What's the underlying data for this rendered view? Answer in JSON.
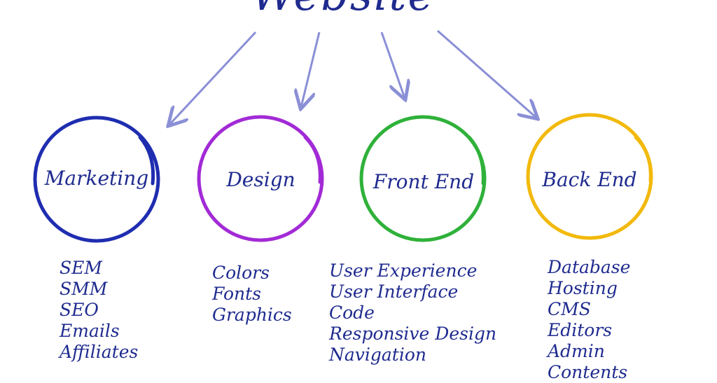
{
  "title": "Website",
  "colors": {
    "text": "#1f2b8f",
    "arrow": "#8a8fd6",
    "marketing": "#1f2db0",
    "design": "#a22ad6",
    "front_end": "#2fb13a",
    "back_end": "#f2b90c"
  },
  "nodes": [
    {
      "label": "Marketing",
      "items": [
        "SEM",
        "SMM",
        "SEO",
        "Emails",
        "Affiliates"
      ]
    },
    {
      "label": "Design",
      "items": [
        "Colors",
        "Fonts",
        "Graphics"
      ]
    },
    {
      "label": "Front End",
      "items": [
        "User Experience",
        "User Interface",
        "Code",
        "Responsive Design",
        "Navigation"
      ]
    },
    {
      "label": "Back End",
      "items": [
        "Database",
        "Hosting",
        "CMS",
        "Editors",
        "Admin",
        "Contents"
      ]
    }
  ]
}
